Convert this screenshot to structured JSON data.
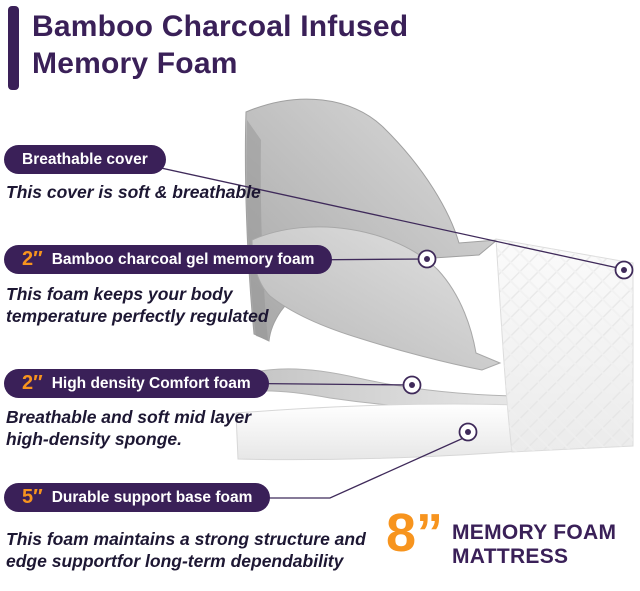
{
  "title": {
    "line1": "Bamboo Charcoal Infused",
    "line2": "Memory Foam"
  },
  "colors": {
    "purple": "#3a2058",
    "orange": "#f7941e",
    "text_dark": "#1d1733"
  },
  "labels": [
    {
      "size": "",
      "name": "Breathable cover",
      "desc1": "This cover is soft & breathable",
      "desc2": ""
    },
    {
      "size": "2″",
      "name": "Bamboo charcoal gel  memory foam",
      "desc1": "This foam keeps your body",
      "desc2": "temperature perfectly regulated"
    },
    {
      "size": "2″",
      "name": "High density Comfort foam",
      "desc1": "Breathable and soft mid layer",
      "desc2": "high-density sponge."
    },
    {
      "size": "5″",
      "name": "Durable support base foam",
      "desc1": "This foam maintains a strong structure and",
      "desc2": "edge supportfor long-term dependability"
    }
  ],
  "footer": {
    "size": "8”",
    "line1": "MEMORY FOAM",
    "line2": "MATTRESS"
  }
}
